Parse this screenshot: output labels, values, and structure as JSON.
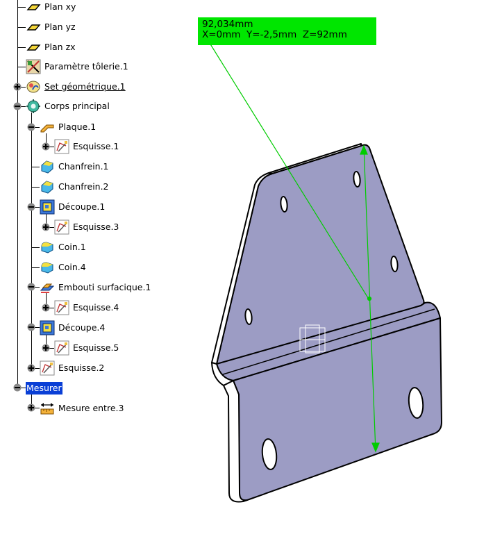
{
  "tree": {
    "items": [
      {
        "label": "Plan xy",
        "icon": "plane-icon"
      },
      {
        "label": "Plan yz",
        "icon": "plane-icon"
      },
      {
        "label": "Plan zx",
        "icon": "plane-icon"
      },
      {
        "label": "Paramètre tôlerie.1",
        "icon": "sheetmetal-parameters-icon"
      },
      {
        "label": "Set géométrique.1",
        "icon": "geometrical-set-icon"
      },
      {
        "label": "Corps principal",
        "icon": "part-body-icon"
      },
      {
        "label": "Plaque.1",
        "icon": "wall-icon"
      },
      {
        "label": "Esquisse.1",
        "icon": "sketch-icon"
      },
      {
        "label": "Chanfrein.1",
        "icon": "chamfer-icon"
      },
      {
        "label": "Chanfrein.2",
        "icon": "chamfer-icon"
      },
      {
        "label": "Découpe.1",
        "icon": "cutout-icon"
      },
      {
        "label": "Esquisse.3",
        "icon": "sketch-icon"
      },
      {
        "label": "Coin.1",
        "icon": "corner-icon"
      },
      {
        "label": "Coin.4",
        "icon": "corner-icon"
      },
      {
        "label": "Embouti surfacique.1",
        "icon": "surface-stamp-icon"
      },
      {
        "label": "Esquisse.4",
        "icon": "sketch-icon"
      },
      {
        "label": "Découpe.4",
        "icon": "cutout-icon"
      },
      {
        "label": "Esquisse.5",
        "icon": "sketch-icon"
      },
      {
        "label": "Esquisse.2",
        "icon": "sketch-icon"
      },
      {
        "label": "Mesurer",
        "icon": ""
      },
      {
        "label": "Mesure entre.3",
        "icon": "measure-between-icon"
      }
    ]
  },
  "measure": {
    "line1": "92,034mm",
    "line2": "X=0mm  Y=-2,5mm  Z=92mm",
    "box_color": "#00e600",
    "line_color": "#00cc00"
  },
  "part": {
    "face_color": "#9c9cc4",
    "edge_color": "#000000"
  },
  "selection_color": "#0a3fd6"
}
